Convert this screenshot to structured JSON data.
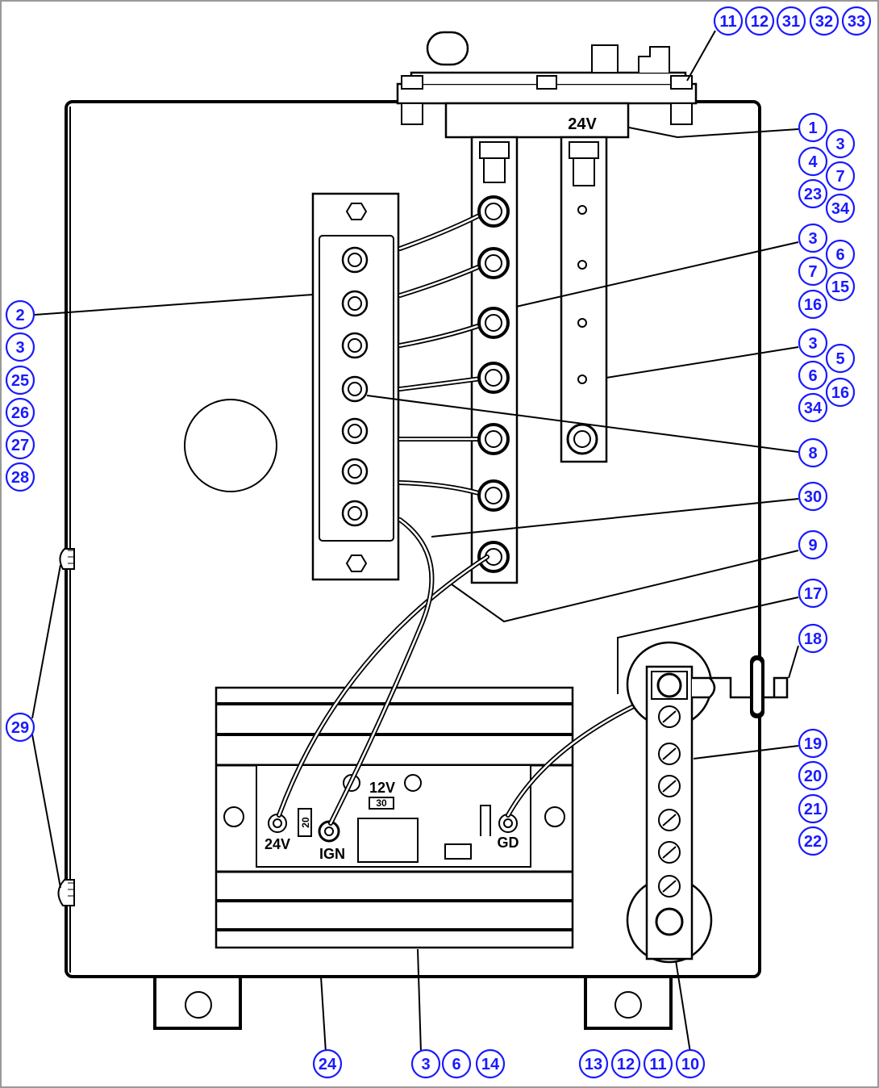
{
  "diagram": {
    "module_label": "24V",
    "converter": {
      "label_12v": "12V",
      "label_30": "30",
      "label_20": "20",
      "label_24v": "24V",
      "label_ign": "IGN",
      "label_gd": "GD"
    }
  },
  "callouts": [
    {
      "id": "11"
    },
    {
      "id": "12"
    },
    {
      "id": "31"
    },
    {
      "id": "32"
    },
    {
      "id": "33"
    },
    {
      "id": "1"
    },
    {
      "id": "3"
    },
    {
      "id": "4"
    },
    {
      "id": "7"
    },
    {
      "id": "23"
    },
    {
      "id": "34"
    },
    {
      "id": "3"
    },
    {
      "id": "6"
    },
    {
      "id": "7"
    },
    {
      "id": "15"
    },
    {
      "id": "16"
    },
    {
      "id": "3"
    },
    {
      "id": "5"
    },
    {
      "id": "6"
    },
    {
      "id": "16"
    },
    {
      "id": "34"
    },
    {
      "id": "8"
    },
    {
      "id": "30"
    },
    {
      "id": "9"
    },
    {
      "id": "17"
    },
    {
      "id": "18"
    },
    {
      "id": "19"
    },
    {
      "id": "20"
    },
    {
      "id": "21"
    },
    {
      "id": "22"
    },
    {
      "id": "2"
    },
    {
      "id": "3"
    },
    {
      "id": "25"
    },
    {
      "id": "26"
    },
    {
      "id": "27"
    },
    {
      "id": "28"
    },
    {
      "id": "29"
    },
    {
      "id": "24"
    },
    {
      "id": "3"
    },
    {
      "id": "6"
    },
    {
      "id": "14"
    },
    {
      "id": "13"
    },
    {
      "id": "12"
    },
    {
      "id": "11"
    },
    {
      "id": "10"
    }
  ]
}
